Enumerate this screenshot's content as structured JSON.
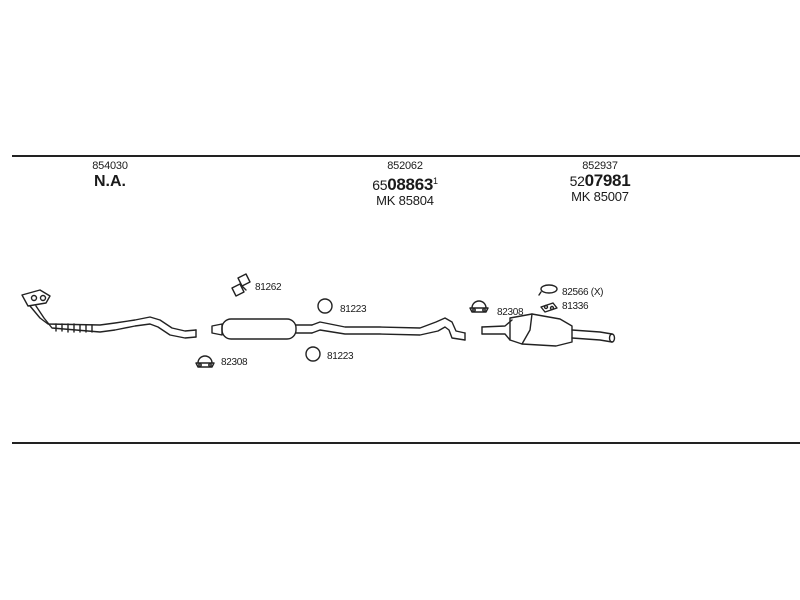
{
  "header_groups": [
    {
      "article": "854030",
      "na_label": "N.A."
    },
    {
      "article": "852062",
      "code_prefix": "65",
      "code_main": "08863",
      "code_sup": "1",
      "mk": "MK 85804"
    },
    {
      "article": "852937",
      "code_prefix": "52",
      "code_main": "07981",
      "mk": "MK 85007"
    }
  ],
  "part_labels": {
    "clamp_81262": "81262",
    "ring_81223_upper": "81223",
    "ring_81223_lower": "81223",
    "clamp_82308_left": "82308",
    "clamp_82308_right": "82308",
    "ring_82566": "82566 (X)",
    "gasket_81336": "81336"
  },
  "colors": {
    "line": "#222222",
    "text": "#1a1a1a",
    "background": "#ffffff"
  }
}
